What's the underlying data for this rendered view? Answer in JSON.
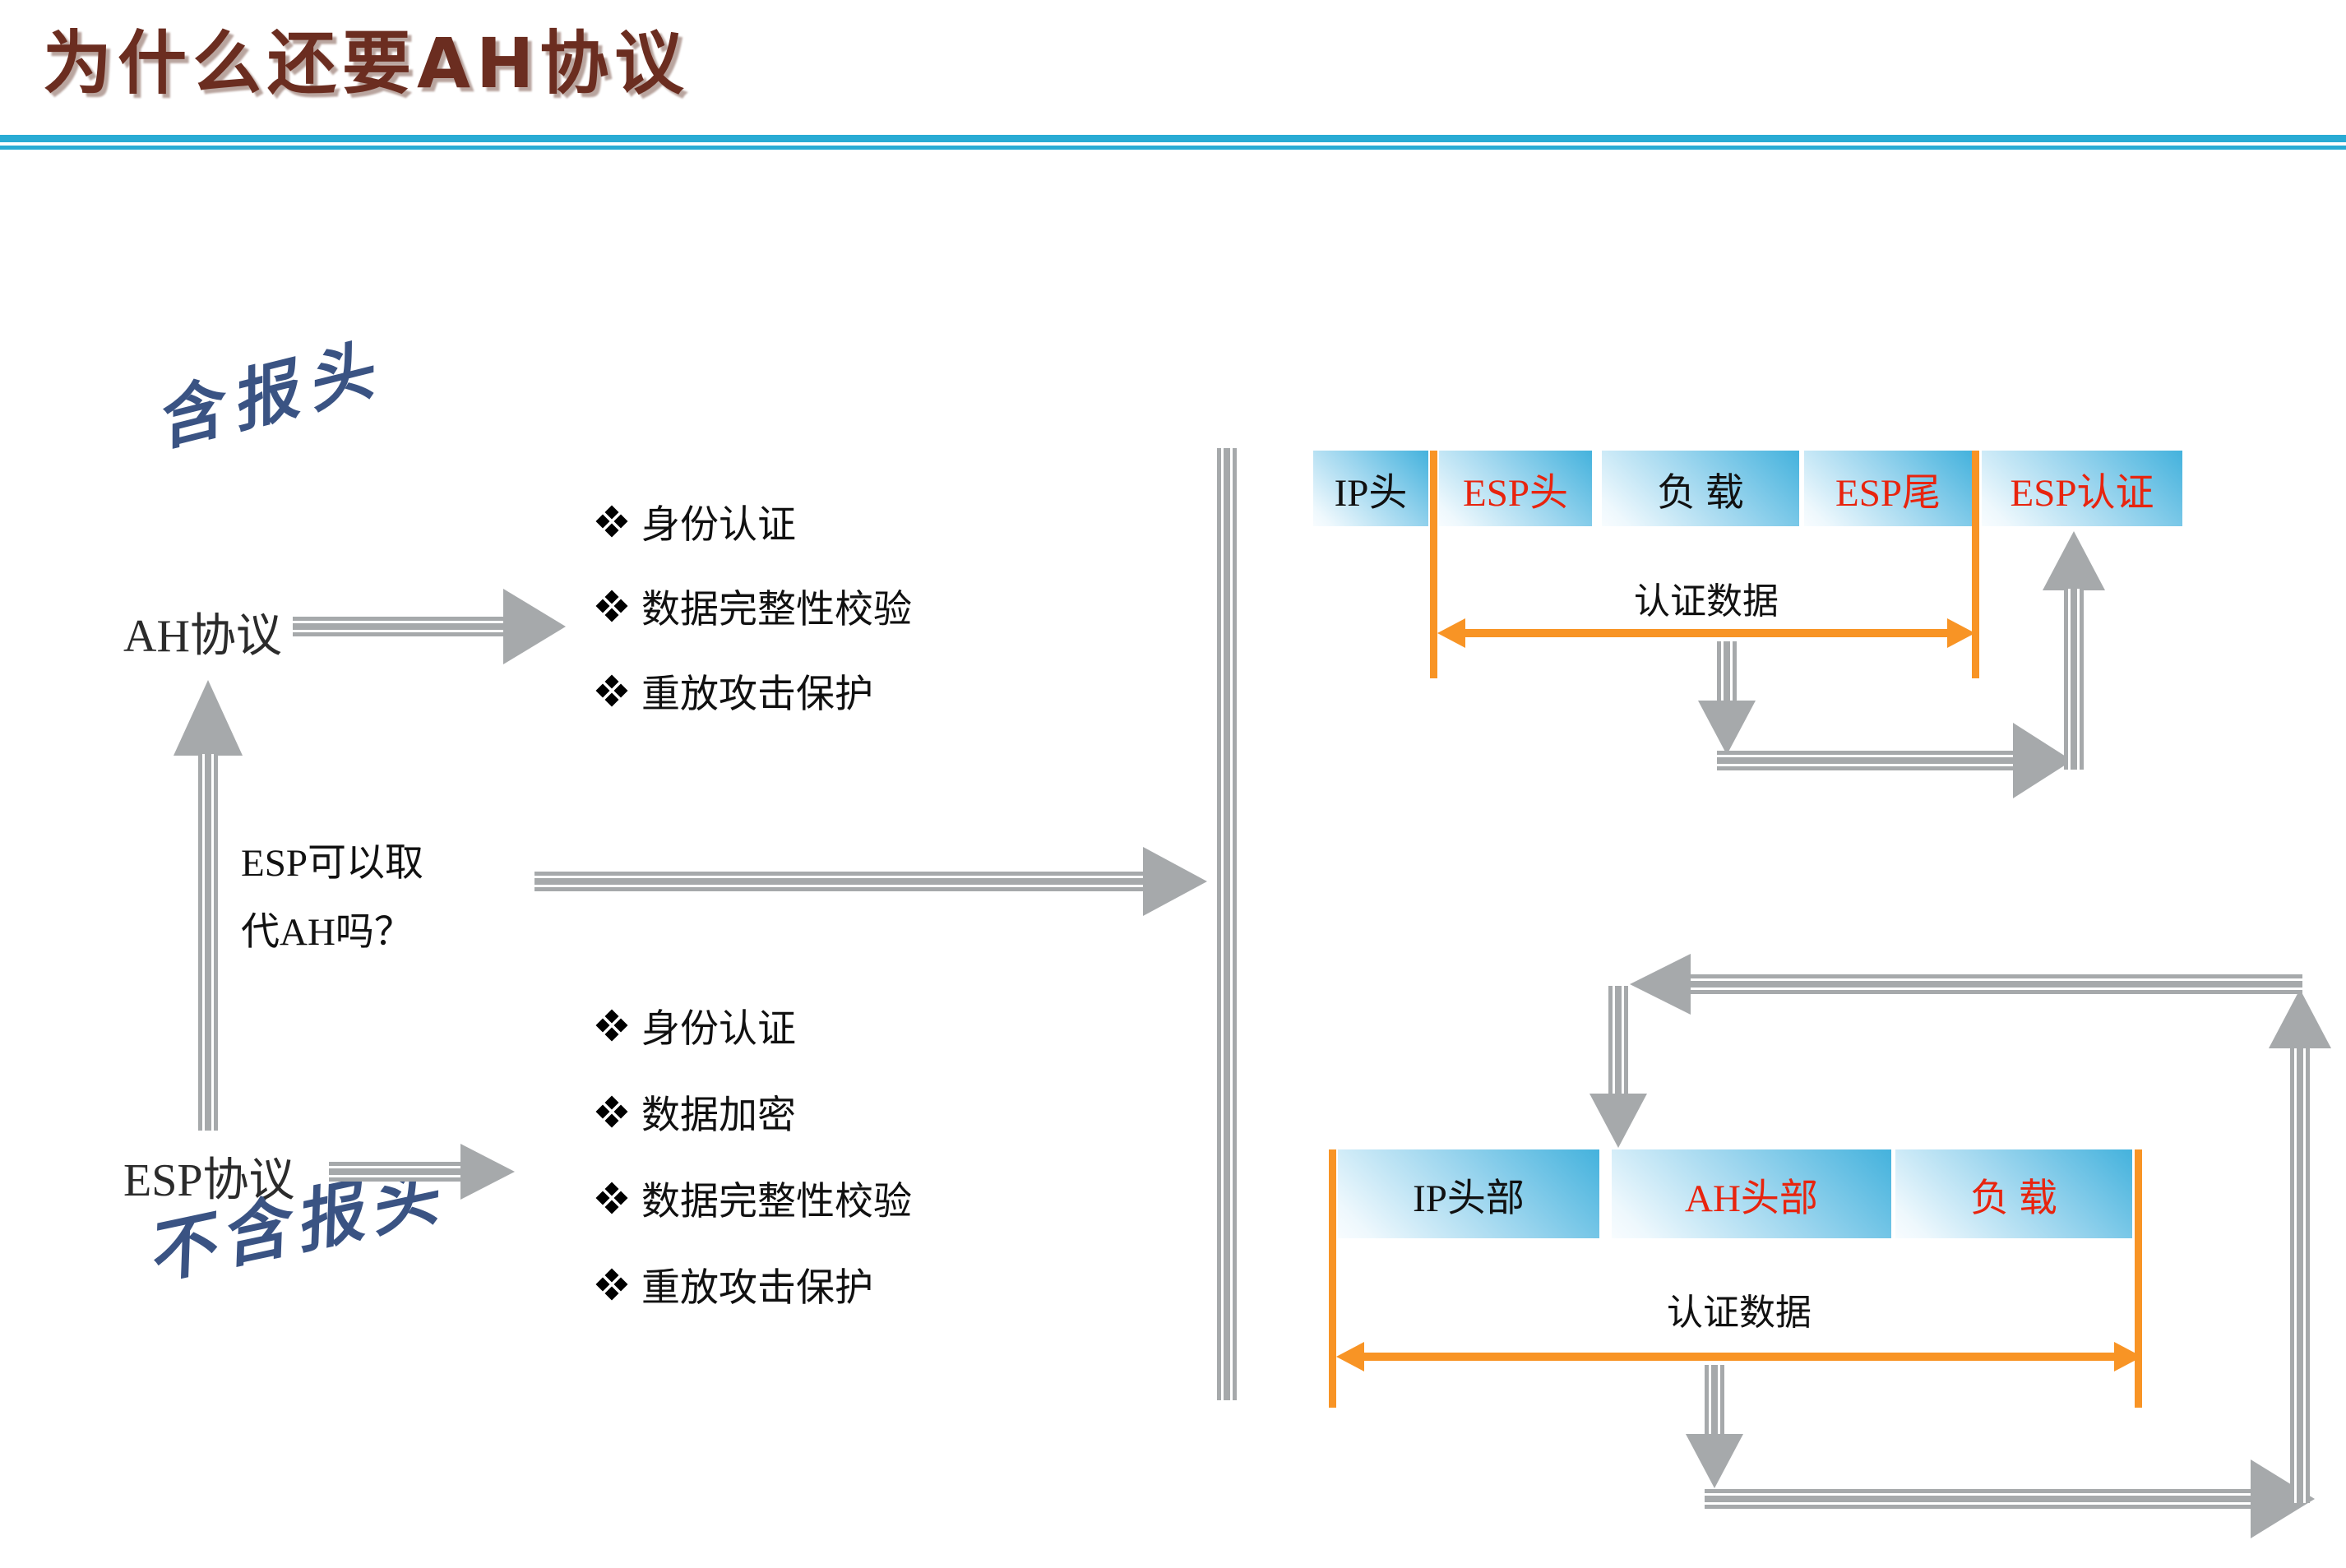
{
  "slide": {
    "title": "为什么还要AH协议"
  },
  "divider_color": "#29ABD4",
  "handwritten": {
    "top": "含报头",
    "bottom": "不含报头",
    "ink_color": "#3A5383"
  },
  "ah_section": {
    "label": "AH协议",
    "features": [
      "身份认证",
      "数据完整性校验",
      "重放攻击保护"
    ]
  },
  "question": {
    "line1": "ESP可以取",
    "line2": "代AH吗？"
  },
  "esp_section": {
    "label": "ESP协议",
    "features": [
      "身份认证",
      "数据加密",
      "数据完整性校验",
      "重放攻击保护"
    ]
  },
  "esp_packet": {
    "auth_label": "认证数据",
    "cells": [
      {
        "label": "IP头",
        "color": "black"
      },
      {
        "label": "ESP头",
        "color": "red"
      },
      {
        "label": "负 载",
        "color": "black"
      },
      {
        "label": "ESP尾",
        "color": "red"
      },
      {
        "label": "ESP认证",
        "color": "red"
      }
    ]
  },
  "ah_packet": {
    "auth_label": "认证数据",
    "cells": [
      {
        "label": "IP头部",
        "color": "black"
      },
      {
        "label": "AH头部",
        "color": "red"
      },
      {
        "label": "负  载",
        "color": "red"
      }
    ]
  },
  "accent_colors": {
    "orange": "#F89425",
    "gray": "#A6A9AB",
    "red_text": "#E8240E",
    "title": "#6B2D20"
  }
}
